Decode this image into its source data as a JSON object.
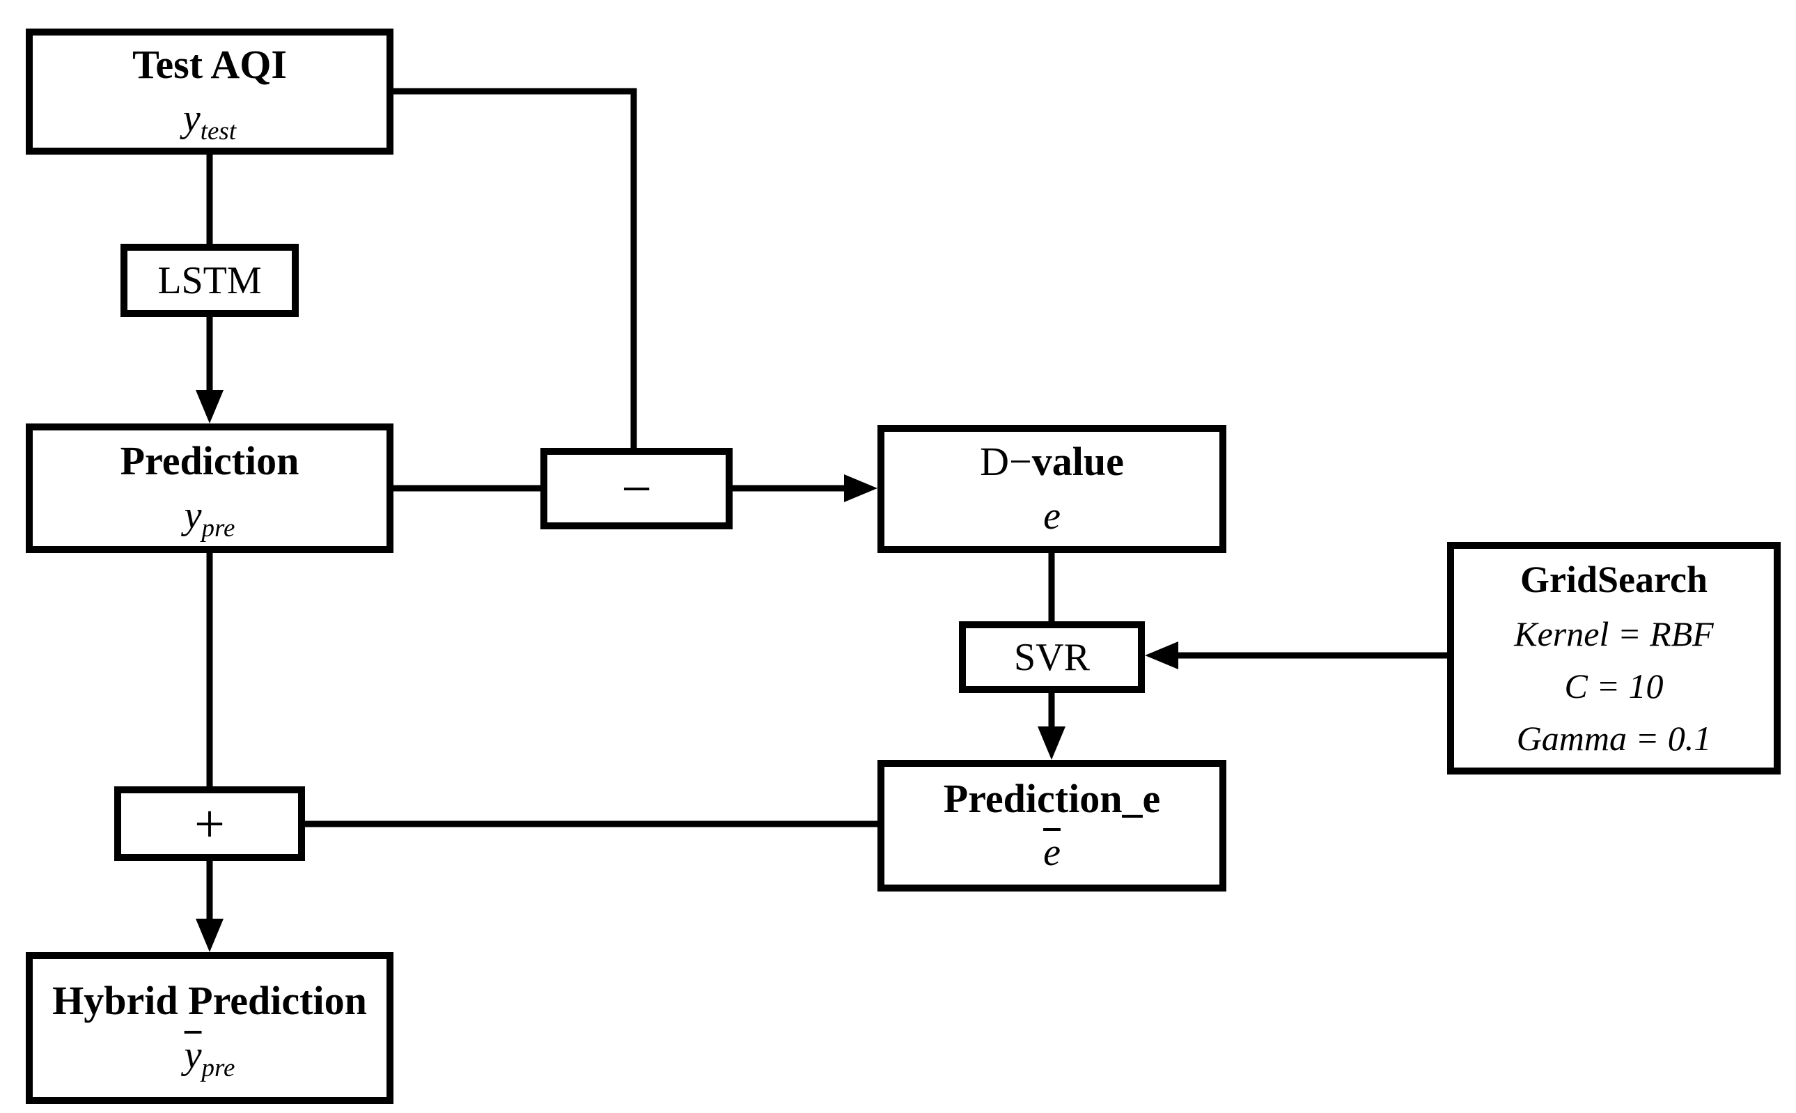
{
  "figure": {
    "colors": {
      "background": "#ffffff",
      "line": "#000000",
      "box_fill": "#ffffff",
      "text": "#000000"
    },
    "nodes": {
      "test_aqi": {
        "title": "Test AQI",
        "var": "y",
        "sub": "test"
      },
      "lstm": {
        "label": "LSTM"
      },
      "prediction": {
        "title": "Prediction",
        "var": "y",
        "sub": "pre"
      },
      "minus_op": {
        "symbol": "−"
      },
      "d_value": {
        "title_regular": "D−",
        "title_bold": "value",
        "var": "e"
      },
      "svr": {
        "label": "SVR"
      },
      "gridsearch": {
        "title": "GridSearch",
        "params": [
          "Kernel = RBF",
          "C = 10",
          "Gamma = 0.1"
        ]
      },
      "prediction_e": {
        "title": "Prediction_e",
        "var": "e"
      },
      "plus_op": {
        "symbol": "+"
      },
      "hybrid_prediction": {
        "title": "Hybrid Prediction",
        "var": "y",
        "sub": "pre"
      }
    }
  }
}
